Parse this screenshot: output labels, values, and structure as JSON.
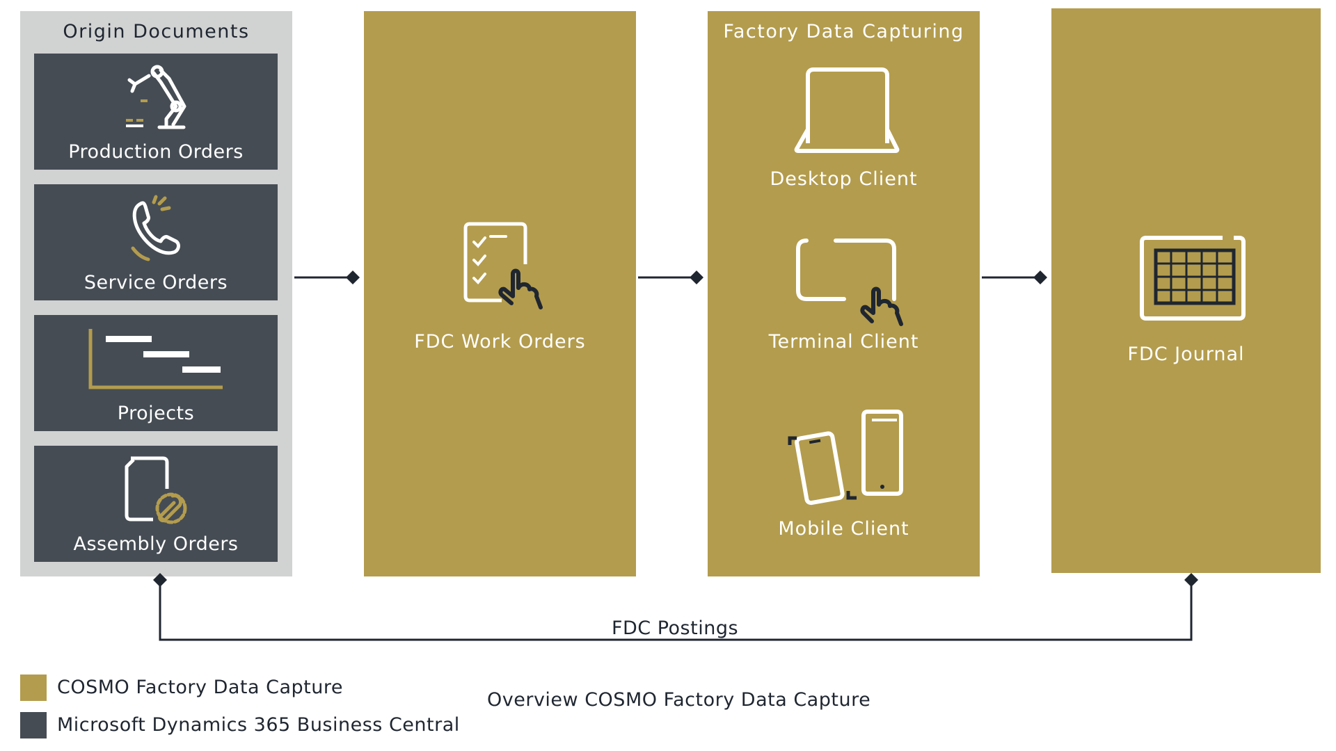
{
  "origin": {
    "title": "Origin Documents",
    "cards": [
      {
        "label": "Production  Orders",
        "icon": "robot-arm-icon"
      },
      {
        "label": "Service  Orders",
        "icon": "phone-ringing-icon"
      },
      {
        "label": "Projects",
        "icon": "gantt-chart-icon"
      },
      {
        "label": "Assembly  Orders",
        "icon": "document-wrench-icon"
      }
    ]
  },
  "work_orders": {
    "label": "FDC  Work  Orders",
    "icon": "checklist-touch-icon"
  },
  "capturing": {
    "title": "Factory  Data  Capturing",
    "clients": [
      {
        "label": "Desktop  Client",
        "icon": "laptop-icon"
      },
      {
        "label": "Terminal Client",
        "icon": "tablet-touch-icon"
      },
      {
        "label": "Mobile  Client",
        "icon": "mobile-devices-icon"
      }
    ]
  },
  "journal": {
    "label": "FDC  Journal",
    "icon": "grid-table-icon"
  },
  "postings": {
    "label": "FDC  Postings"
  },
  "legend": [
    {
      "label": "COSMO  Factory  Data  Capture",
      "color": "#b39c4d"
    },
    {
      "label": "Microsoft  Dynamics  365  Business  Central",
      "color": "#454c54"
    }
  ],
  "caption": "Overview  COSMO  Factory  Data  Capture",
  "colors": {
    "gold": "#b39c4d",
    "dark": "#454c54",
    "gray": "#d1d2d2",
    "line": "#1f2630"
  }
}
